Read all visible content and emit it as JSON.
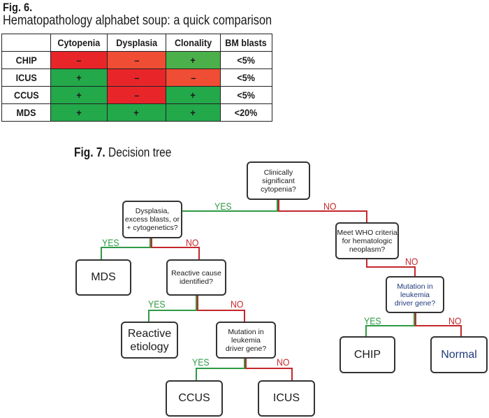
{
  "fig6": {
    "label": "Fig. 6.",
    "caption": "Hematopathology alphabet soup: a quick comparison",
    "columns": [
      "",
      "Cytopenia",
      "Dysplasia",
      "Clonality",
      "BM blasts"
    ],
    "rows": [
      {
        "name": "CHIP",
        "cells": [
          {
            "text": "–",
            "color": "#e8262a"
          },
          {
            "text": "–",
            "color": "#ef4d34"
          },
          {
            "text": "+",
            "color": "#4bb04a"
          },
          {
            "text": "<5%",
            "color": "#ffffff"
          }
        ]
      },
      {
        "name": "ICUS",
        "cells": [
          {
            "text": "+",
            "color": "#23a84a"
          },
          {
            "text": "–",
            "color": "#e8262a"
          },
          {
            "text": "–",
            "color": "#ef4d34"
          },
          {
            "text": "<5%",
            "color": "#ffffff"
          }
        ]
      },
      {
        "name": "CCUS",
        "cells": [
          {
            "text": "+",
            "color": "#23a84a"
          },
          {
            "text": "–",
            "color": "#e8262a"
          },
          {
            "text": "+",
            "color": "#23a84a"
          },
          {
            "text": "<5%",
            "color": "#ffffff"
          }
        ]
      },
      {
        "name": "MDS",
        "cells": [
          {
            "text": "+",
            "color": "#23a84a"
          },
          {
            "text": "+",
            "color": "#23a84a"
          },
          {
            "text": "+",
            "color": "#23a84a"
          },
          {
            "text": "<20%",
            "color": "#ffffff"
          }
        ]
      }
    ]
  },
  "fig7": {
    "label": "Fig. 7.",
    "title": "Decision tree",
    "nodes": {
      "clinically_significant": "Clinically\nsignificant\ncytopenia?",
      "dysplasia": "Dysplasia,\nexcess blasts, or\n+ cytogenetics?",
      "who_criteria": "Meet WHO criteria\nfor hematologic\nneoplasm?",
      "mds": "MDS",
      "reactive_cause": "Reactive cause\nidentified?",
      "mutation_left": "Mutation in\nleukemia\ndriver gene?",
      "mutation_right": "Mutation in\nleukemia\ndriver gene?",
      "reactive_etiology": "Reactive\netiology",
      "ccus": "CCUS",
      "icus": "ICUS",
      "chip": "CHIP",
      "normal": "Normal"
    },
    "yes": "YES",
    "no": "NO",
    "colors": {
      "yes": "#2f9a44",
      "no": "#c4272c",
      "node_border": "#333333",
      "normal_text": "#1f3a7a"
    }
  }
}
